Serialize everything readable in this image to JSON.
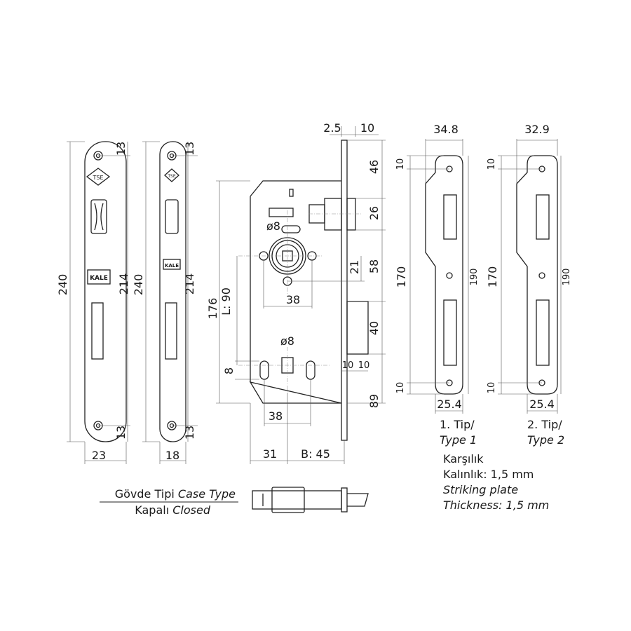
{
  "faceplate_1": {
    "height_total": "240",
    "height_inner": "214",
    "top_offset": "13",
    "bottom_offset": "13",
    "width": "23",
    "logo_top": "TSE",
    "logo_mid": "KALE"
  },
  "faceplate_2": {
    "height_total": "240",
    "height_inner": "214",
    "top_offset": "13",
    "bottom_offset": "13",
    "width": "18",
    "logo_top": "TSE",
    "logo_mid": "KALE"
  },
  "lock_body": {
    "faceplate_thickness": "2.5",
    "latch_projection": "10",
    "top_to_latch": "46",
    "latch_height": "26",
    "latch_to_spindle": "58",
    "spindle_to_hole": "21",
    "bolt_height": "40",
    "bolt_width_a": "10",
    "bolt_width_b": "10",
    "bottom": "89",
    "body_height": "176",
    "distance": "L: 90",
    "rose_holes": "38",
    "spindle_dia": "ø8",
    "cyl_dia": "ø8",
    "cyl_offset": "8",
    "cyl_holes": "38",
    "body_width": "31",
    "backset": "B: 45"
  },
  "strike_1": {
    "width": "34.8",
    "top": "10",
    "inner": "170",
    "total": "190",
    "bottom": "10",
    "base": "25.4",
    "label_a": "1. Tip/",
    "label_b": "Type 1"
  },
  "strike_2": {
    "width": "32.9",
    "top": "10",
    "inner": "170",
    "total": "190",
    "bottom": "10",
    "base": "25.4",
    "label_a": "2. Tip/",
    "label_b": "Type 2"
  },
  "notes": {
    "line1": "Karşılık",
    "line2": "Kalınlık: 1,5 mm",
    "line3": "Striking plate",
    "line4": "Thickness: 1,5 mm"
  },
  "case_type": {
    "label_tr": "Gövde Tipi",
    "label_en": "Case Type",
    "value_tr": "Kapalı",
    "value_en": "Closed"
  }
}
